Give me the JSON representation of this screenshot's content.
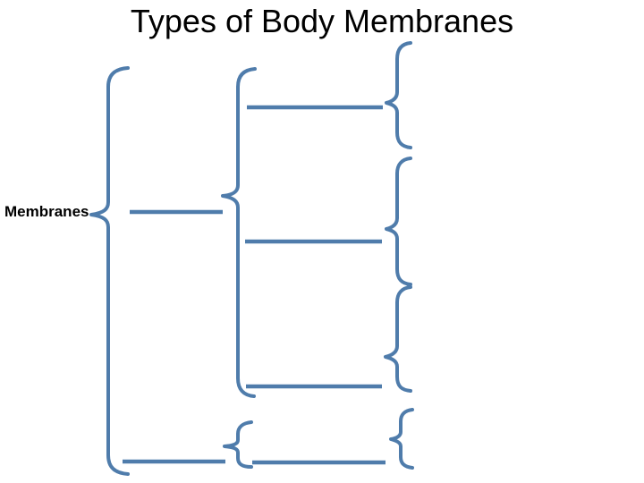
{
  "slide": {
    "title": "Types of Body Membranes"
  },
  "diagram": {
    "root_label": "Membranes",
    "blank_item_lines": [
      "",
      "",
      "",
      "",
      ""
    ],
    "item_brace_count": 4
  },
  "colors": {
    "accent": "#4f7cab",
    "title_text": "#000000",
    "label_text": "#000000",
    "background": "#ffffff"
  }
}
